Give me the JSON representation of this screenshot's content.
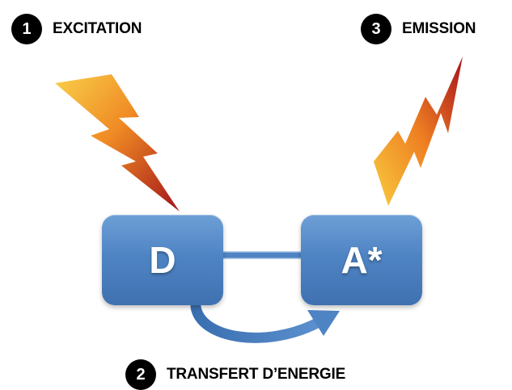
{
  "steps": {
    "excitation": {
      "number": "1",
      "label": "EXCITATION"
    },
    "transfer": {
      "number": "2",
      "label": "TRANSFERT D’ENERGIE"
    },
    "emission": {
      "number": "3",
      "label": "EMISSION"
    }
  },
  "nodes": {
    "donor": {
      "label": "D"
    },
    "acceptor": {
      "label": "A*"
    }
  },
  "colors": {
    "box": "#4f84c4",
    "bolt_light": "#f7c23a",
    "bolt_dark": "#b0161a",
    "arrow": "#4a7fbf"
  },
  "icons": [
    "lightning-bolt-icon",
    "curved-arrow-icon"
  ]
}
